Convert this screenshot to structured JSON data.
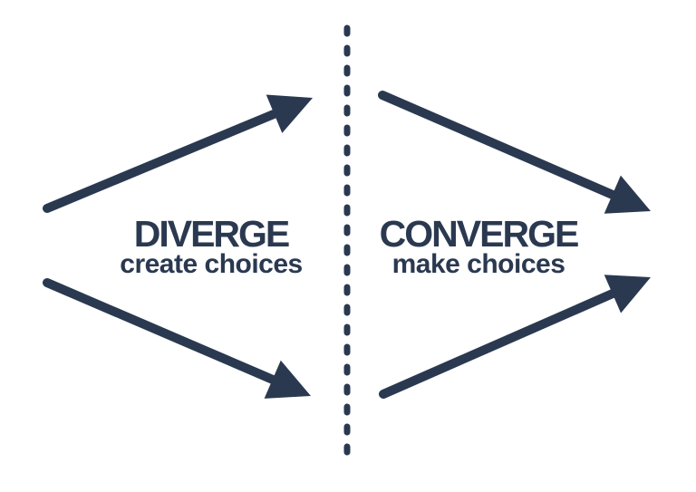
{
  "colors": {
    "ink": "#2a3950",
    "background": "#ffffff"
  },
  "phases": {
    "diverge": {
      "title": "DIVERGE",
      "subtitle": "create choices"
    },
    "converge": {
      "title": "CONVERGE",
      "subtitle": "make choices"
    }
  },
  "icons": {
    "divider": "dashed-divider-line",
    "arrows": [
      "diverge-up-arrow",
      "diverge-down-arrow",
      "converge-down-arrow",
      "converge-up-arrow"
    ]
  }
}
